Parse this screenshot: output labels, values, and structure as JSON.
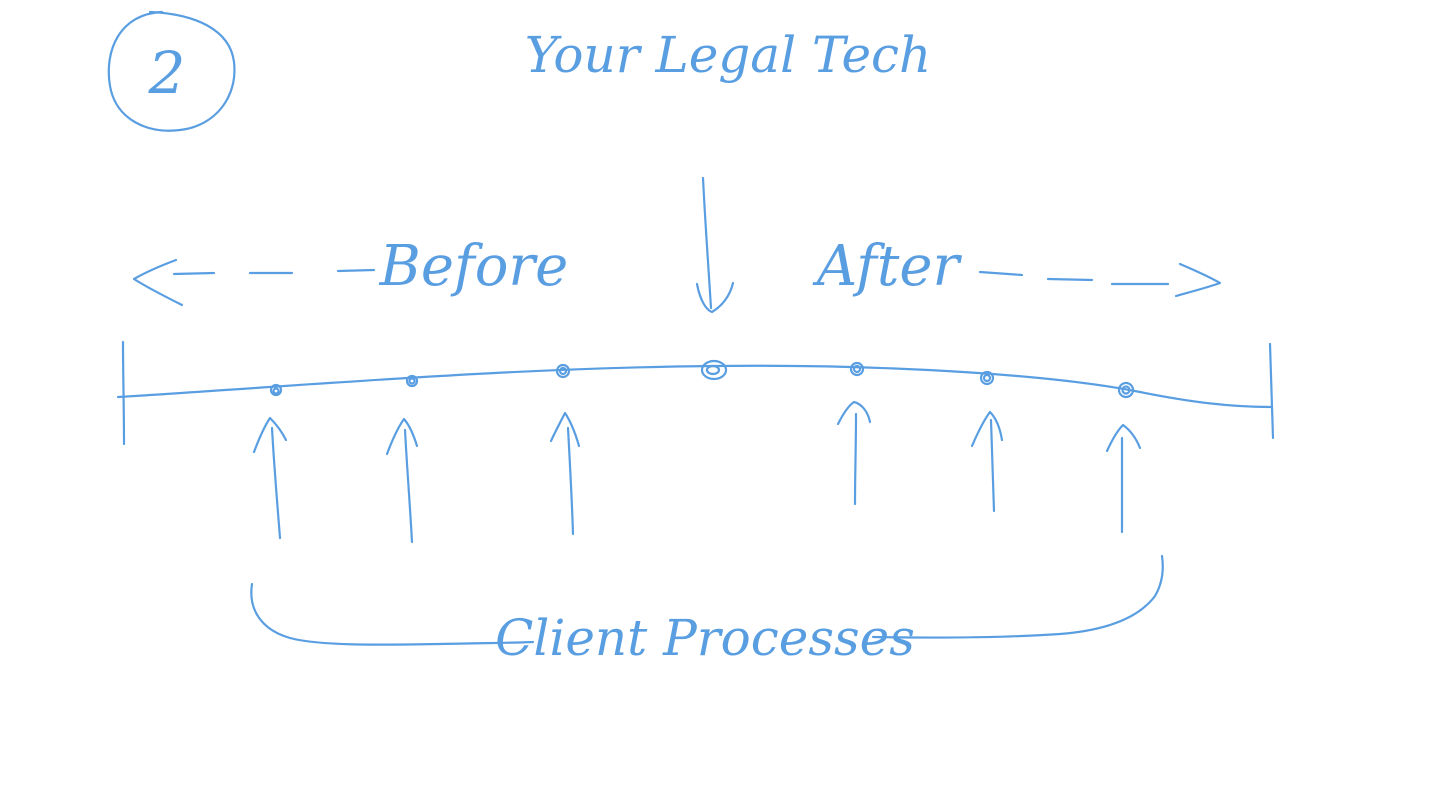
{
  "step_number": "2",
  "title": "Your Legal Tech",
  "before_label": "Before",
  "after_label": "After",
  "bottom_label": "Client Processes",
  "ink_color": "#5a9ee2",
  "timeline": {
    "left_points": 3,
    "center_points": 1,
    "right_points": 3
  }
}
